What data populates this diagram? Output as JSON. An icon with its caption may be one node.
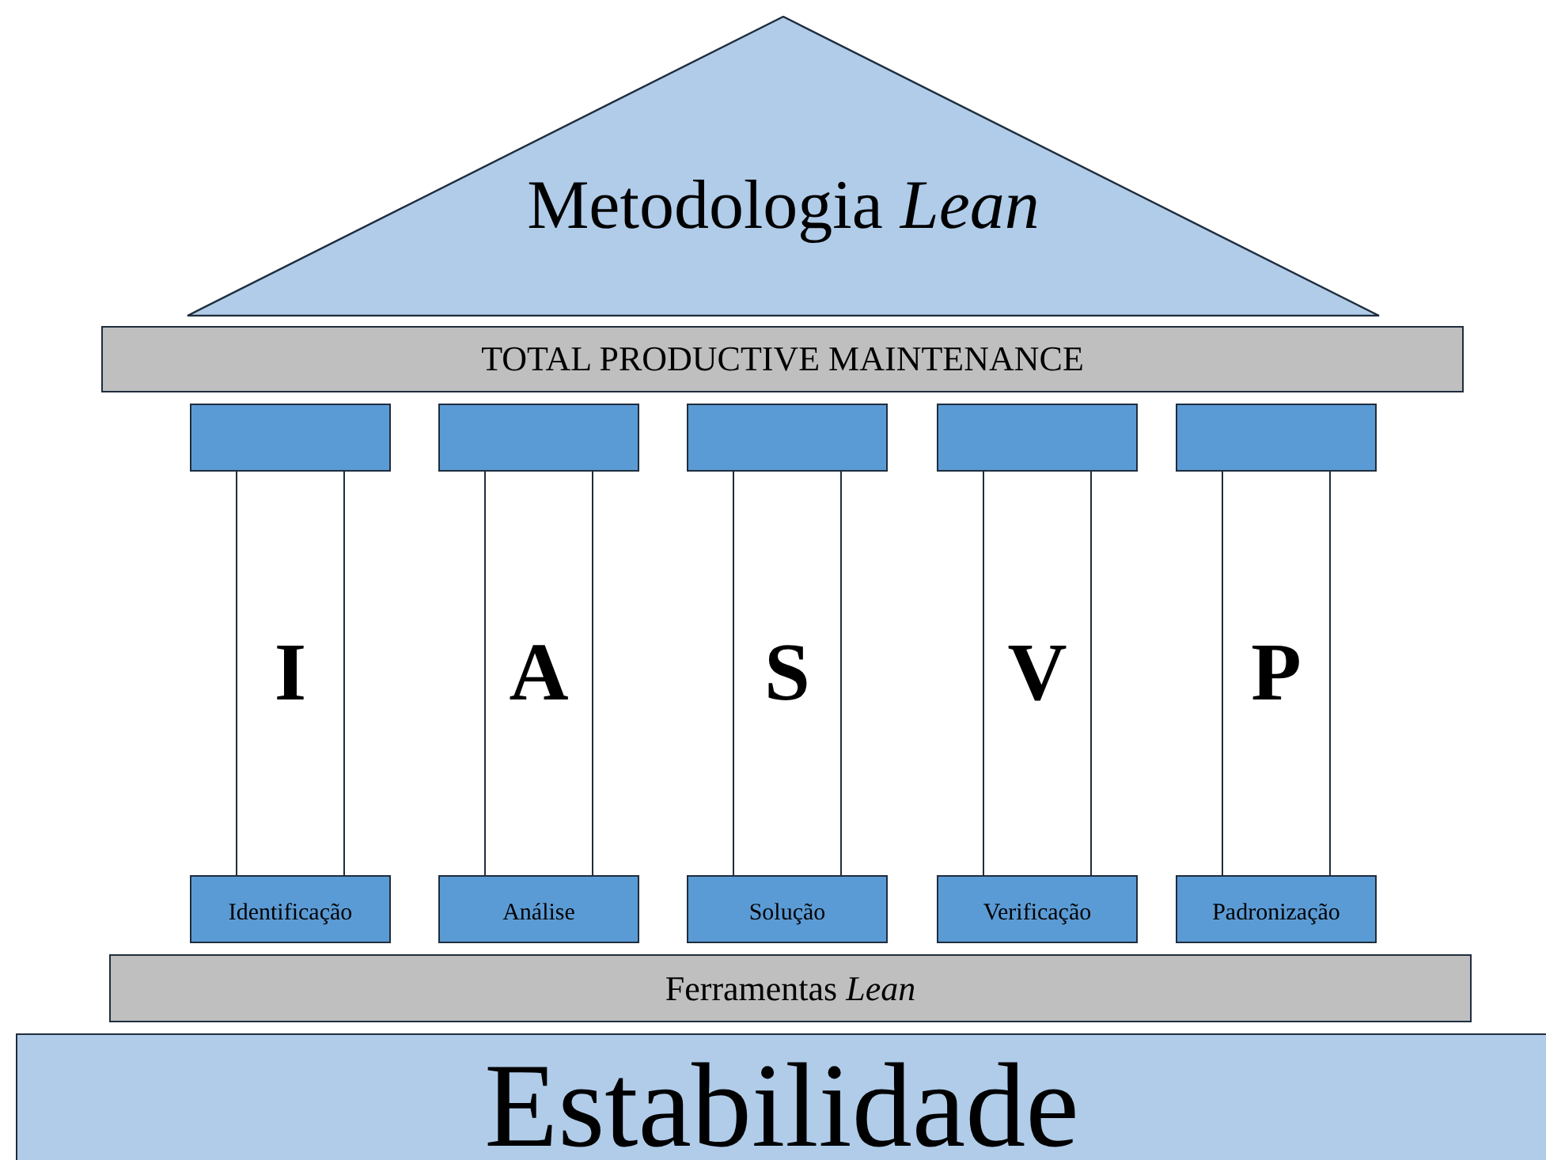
{
  "diagram": {
    "nodes": [
      {
        "text": [
          "Metodologia *Lean*"
        ]
      },
      {
        "text": [
          "TOTAL PRODUCTIVE MAINTENANCE"
        ]
      },
      {
        "text": [],
        "shape": "box"
      },
      {
        "text": [],
        "shape": "box"
      },
      {
        "text": [],
        "shape": "box"
      },
      {
        "text": [],
        "shape": "box"
      },
      {
        "text": [],
        "shape": "box"
      },
      {
        "text": [
          "I"
        ]
      },
      {
        "text": [
          "A"
        ]
      },
      {
        "text": [
          "S"
        ]
      },
      {
        "text": [
          "V"
        ]
      },
      {
        "text": [
          "P"
        ]
      },
      {
        "text": [
          "Identificação"
        ]
      },
      {
        "text": [
          "Análise"
        ]
      },
      {
        "text": [
          "Solução"
        ]
      },
      {
        "text": [
          "Verificação"
        ]
      },
      {
        "text": [
          "Padronização"
        ]
      },
      {
        "text": [
          "Ferramentas *Lean*"
        ]
      },
      {
        "text": [
          "Estabilidade"
        ]
      }
    ]
  }
}
